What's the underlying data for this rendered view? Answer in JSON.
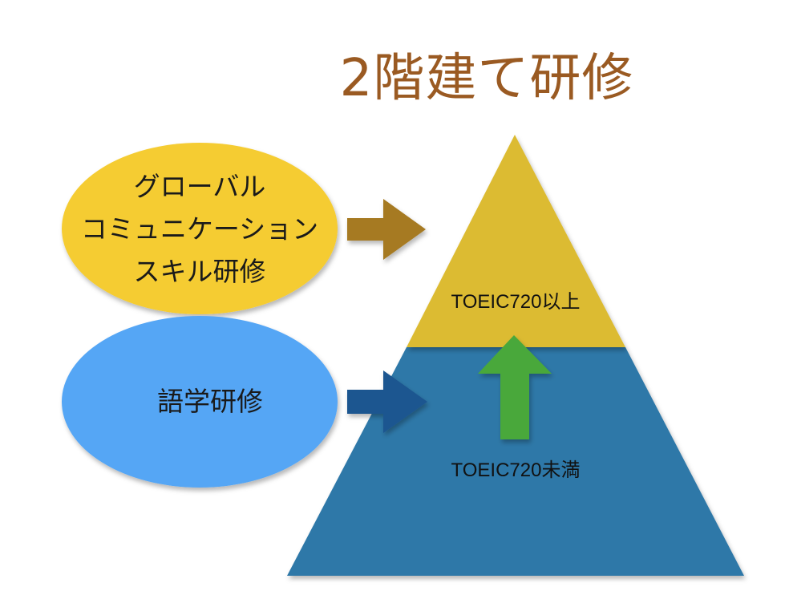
{
  "title": "2階建て研修",
  "upper_ellipse": {
    "lines": [
      "グローバル",
      "コミュニケーション",
      "スキル研修"
    ]
  },
  "lower_ellipse": {
    "text": "語学研修"
  },
  "pyramid": {
    "top_label": "TOEIC720以上",
    "bottom_label": "TOEIC720未満"
  },
  "colors": {
    "title": "#9a5a22",
    "upper_ellipse": "#f5cc33",
    "lower_ellipse": "#55a6f5",
    "pyramid_top": "#dcbb32",
    "pyramid_bottom": "#2e78a8",
    "arrow_upper": "#a67a24",
    "arrow_lower": "#1f5690",
    "arrow_up": "#4aa83a"
  }
}
